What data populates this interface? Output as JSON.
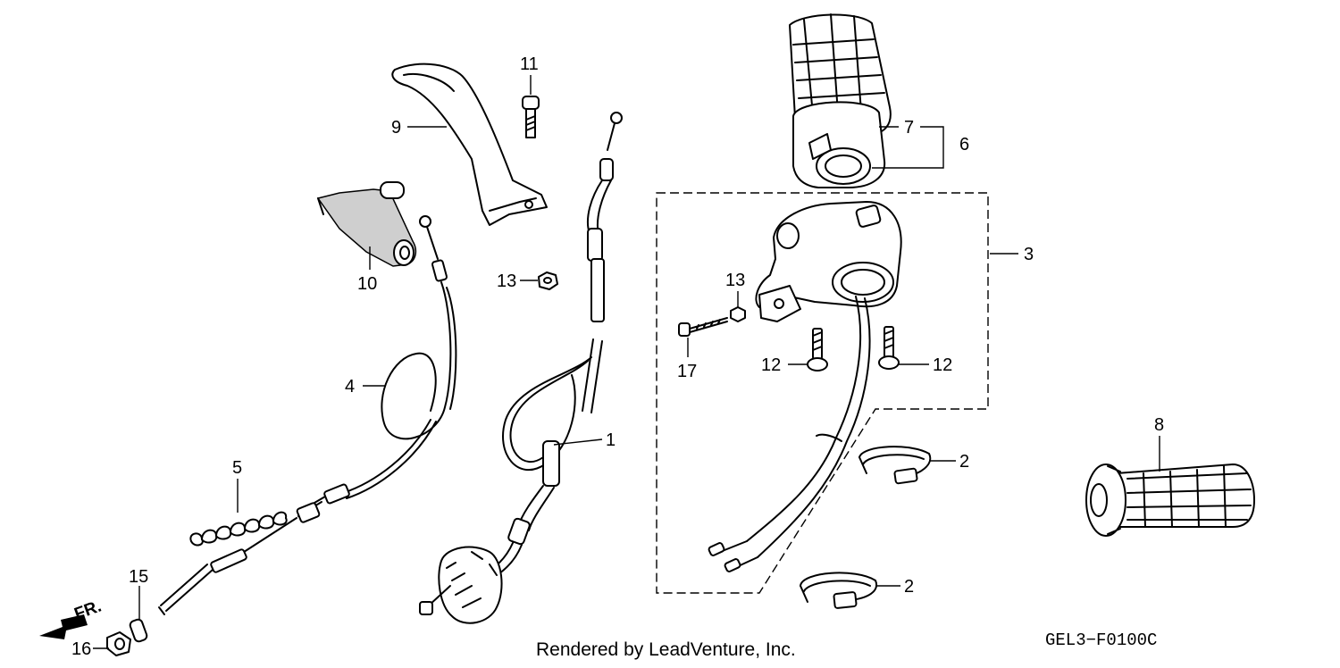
{
  "callouts": {
    "c1": "1",
    "c2a": "2",
    "c2b": "2",
    "c3": "3",
    "c4": "4",
    "c5": "5",
    "c6": "6",
    "c7": "7",
    "c8": "8",
    "c9": "9",
    "c10": "10",
    "c11": "11",
    "c12a": "12",
    "c12b": "12",
    "c13a": "13",
    "c13b": "13",
    "c15": "15",
    "c16": "16",
    "c17": "17"
  },
  "direction_label": "FR.",
  "footer": {
    "credit": "Rendered by LeadVenture, Inc.",
    "diagram_code": "GEL3−F0100C"
  }
}
